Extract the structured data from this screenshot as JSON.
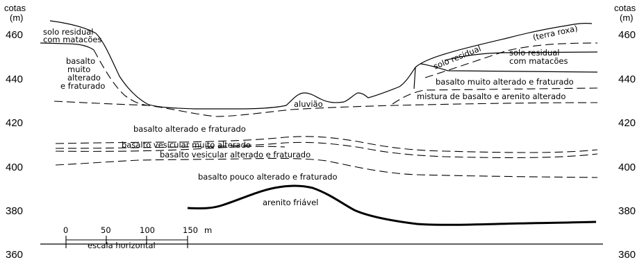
{
  "axis": {
    "title_left": [
      "cotas",
      "(m)"
    ],
    "title_right": [
      "cotas",
      "(m)"
    ],
    "ticks": [
      "460",
      "440",
      "420",
      "400",
      "380",
      "360"
    ]
  },
  "layers": {
    "solo_residual_left": [
      "solo residual",
      "com matacões"
    ],
    "basalto_left": [
      "basalto",
      "muito",
      "alterado",
      "e fraturado"
    ],
    "terra_roxa": "(terra roxa)",
    "solo_residual_right_top": "solo residual",
    "solo_residual_right": [
      "solo residual",
      "com matacões"
    ],
    "basalto_muito_alterado_right": "basalto muito alterado e fraturado",
    "mistura": "mistura de basalto e arenito alterado",
    "aluviao": "aluvião",
    "basalto_alterado": "basalto alterado e fraturado",
    "basalto_vesicular_muito": "basalto vesicular muito alterado",
    "basalto_vesicular_alterado": "basalto vesicular alterado e fraturado",
    "basalto_pouco_alterado": "basalto pouco alterado e fraturado",
    "arenito": "arenito friável"
  },
  "scale": {
    "ticks": [
      "0",
      "50",
      "100",
      "150"
    ],
    "unit": "m",
    "label": "escala horizontal"
  }
}
